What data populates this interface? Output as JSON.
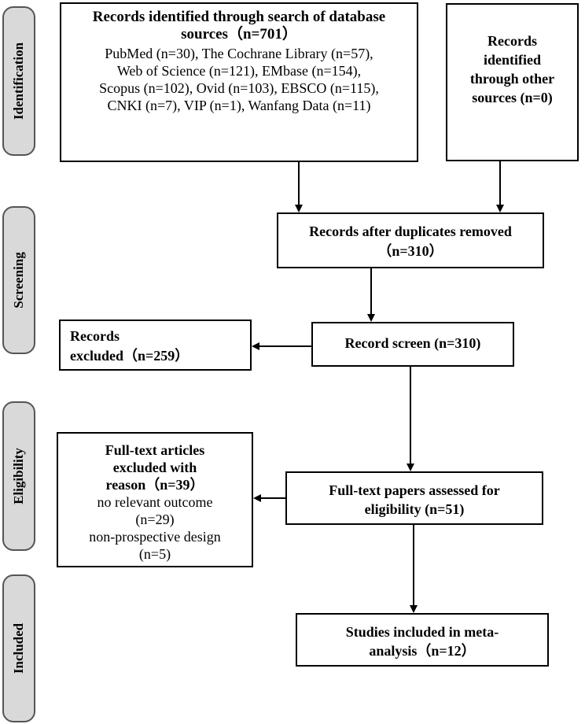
{
  "phases": {
    "identification": "Identification",
    "screening": "Screening",
    "eligibility": "Eligibility",
    "included": "Included"
  },
  "boxes": {
    "database_search": {
      "title_line1": "Records identified through search of database",
      "title_line2": "sources（n=701）",
      "line1": "PubMed (n=30), The Cochrane Library (n=57),",
      "line2": "Web of Science (n=121), EMbase (n=154),",
      "line3": "Scopus (n=102), Ovid (n=103), EBSCO (n=115),",
      "line4": "CNKI (n=7), VIP (n=1), Wanfang Data (n=11)"
    },
    "other_sources": {
      "line1": "Records",
      "line2": "identified",
      "line3": "through other",
      "line4": "sources (n=0)"
    },
    "duplicates_removed": {
      "line1": "Records after duplicates removed",
      "line2": "（n=310）"
    },
    "record_screen": {
      "line1": "Record screen (n=310)"
    },
    "records_excluded": {
      "line1": "Records",
      "line2": "excluded（n=259）"
    },
    "fulltext_assessed": {
      "line1": "Full-text papers assessed for",
      "line2": "eligibility (n=51)"
    },
    "fulltext_excluded": {
      "line1": "Full-text articles",
      "line2": "excluded with",
      "line3": "reason（n=39）",
      "line4": "no relevant outcome",
      "line5": "(n=29)",
      "line6": "non-prospective design",
      "line7": "(n=5)"
    },
    "studies_included": {
      "line1": "Studies included in meta-",
      "line2": "analysis（n=12）"
    }
  }
}
